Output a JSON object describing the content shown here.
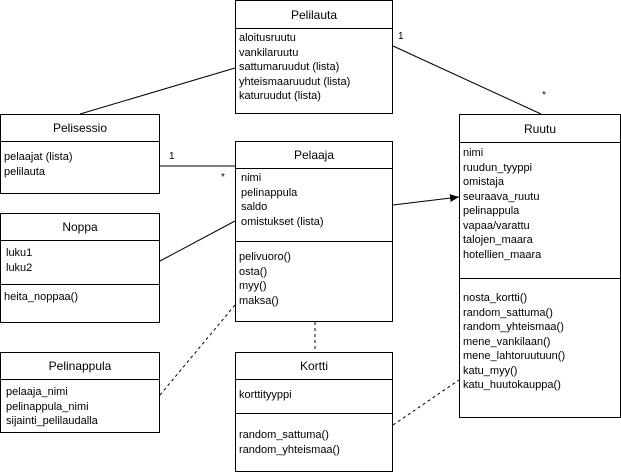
{
  "classes": {
    "pelilauta": {
      "name": "Pelilauta",
      "attributes": [
        "aloitusruutu",
        "vankilaruutu",
        "sattumaruudut (lista)",
        "yhteismaaruudut (lista)",
        "katuruudut (lista)"
      ]
    },
    "pelisessio": {
      "name": "Pelisessio",
      "attributes": [
        "pelaajat (lista)",
        "pelilauta"
      ]
    },
    "pelaaja": {
      "name": "Pelaaja",
      "attributes": [
        "nimi",
        "pelinappula",
        "saldo",
        "omistukset (lista)"
      ],
      "operations": [
        "pelivuoro()",
        "osta()",
        "myy()",
        "maksa()"
      ]
    },
    "noppa": {
      "name": "Noppa",
      "attributes": [
        "luku1",
        "luku2"
      ],
      "operations": [
        "heita_noppaa()"
      ]
    },
    "ruutu": {
      "name": "Ruutu",
      "attributes": [
        "nimi",
        "ruudun_tyyppi",
        "omistaja",
        "seuraava_ruutu",
        "pelinappula",
        "vapaa/varattu",
        "talojen_maara",
        "hotellien_maara"
      ],
      "operations": [
        "nosta_kortti()",
        "random_sattuma()",
        "random_yhteismaa()",
        "mene_vankilaan()",
        "mene_lahtoruutuun()",
        "katu_myy()",
        "katu_huutokauppa()"
      ]
    },
    "pelinappula": {
      "name": "Pelinappula",
      "attributes": [
        "pelaaja_nimi",
        "pelinappula_nimi",
        "sijainti_pelilaudalla"
      ]
    },
    "kortti": {
      "name": "Kortti",
      "attributes": [
        "korttityyppi"
      ],
      "operations": [
        "random_sattuma()",
        "random_yhteismaa()"
      ]
    }
  },
  "multiplicities": {
    "pelilauta_ruutu_one": "1",
    "pelilauta_ruutu_many": "*",
    "pelisessio_pelaaja_one": "1",
    "pelisessio_pelaaja_many": "*"
  }
}
